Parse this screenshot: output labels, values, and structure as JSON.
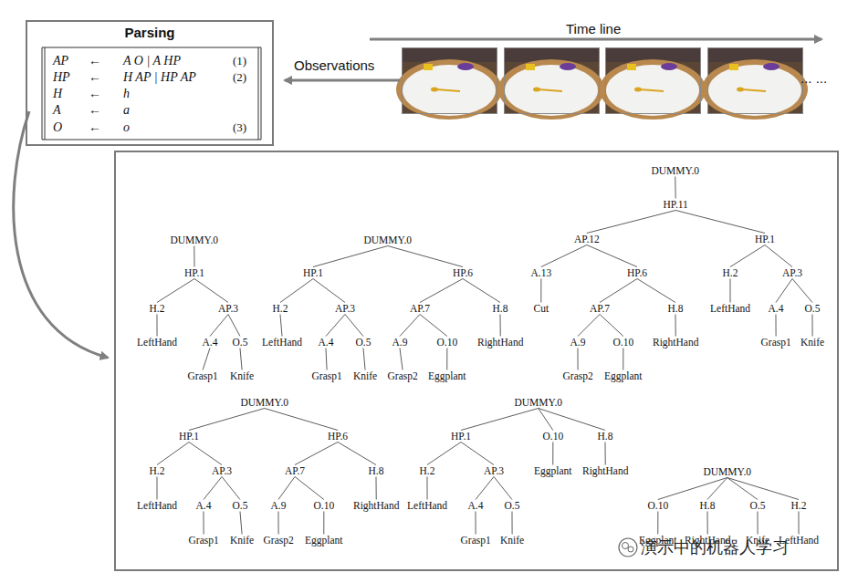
{
  "diagram": {
    "nodes": [
      {
        "text": [
          "Parsing",
          "AP",
          "←",
          "A O | A HP",
          "(1)",
          "HP",
          "←",
          "H AP | HP AP",
          "(2)",
          "H",
          "←",
          "h",
          "A",
          "←",
          "a",
          "O",
          "←",
          "o",
          "(3)"
        ]
      },
      {
        "text": [
          "DUMMY.0"
        ]
      },
      {
        "text": [
          "HP.1"
        ]
      },
      {
        "text": [
          "H.2"
        ]
      },
      {
        "text": [
          "AP.3"
        ]
      },
      {
        "text": [
          "LeftHand"
        ]
      },
      {
        "text": [
          "A.4"
        ]
      },
      {
        "text": [
          "O.5"
        ]
      },
      {
        "text": [
          "Grasp1"
        ]
      },
      {
        "text": [
          "Knife"
        ]
      },
      {
        "text": [
          "DUMMY.0"
        ]
      },
      {
        "text": [
          "HP.1"
        ]
      },
      {
        "text": [
          "HP.6"
        ]
      },
      {
        "text": [
          "H.2"
        ]
      },
      {
        "text": [
          "AP.3"
        ]
      },
      {
        "text": [
          "AP.7"
        ]
      },
      {
        "text": [
          "H.8"
        ]
      },
      {
        "text": [
          "LeftHand"
        ]
      },
      {
        "text": [
          "A.4"
        ]
      },
      {
        "text": [
          "O.5"
        ]
      },
      {
        "text": [
          "A.9"
        ]
      },
      {
        "text": [
          "O.10"
        ]
      },
      {
        "text": [
          "RightHand"
        ]
      },
      {
        "text": [
          "Grasp1"
        ]
      },
      {
        "text": [
          "Knife"
        ]
      },
      {
        "text": [
          "Grasp2"
        ]
      },
      {
        "text": [
          "Eggplant"
        ]
      },
      {
        "text": [
          "DUMMY.0"
        ]
      },
      {
        "text": [
          "HP.11"
        ]
      },
      {
        "text": [
          "AP.12"
        ]
      },
      {
        "text": [
          "HP.1"
        ]
      },
      {
        "text": [
          "A.13"
        ]
      },
      {
        "text": [
          "HP.6"
        ]
      },
      {
        "text": [
          "H.2"
        ]
      },
      {
        "text": [
          "AP.3"
        ]
      },
      {
        "text": [
          "Cut"
        ]
      },
      {
        "text": [
          "AP.7"
        ]
      },
      {
        "text": [
          "H.8"
        ]
      },
      {
        "text": [
          "LeftHand"
        ]
      },
      {
        "text": [
          "A.4"
        ]
      },
      {
        "text": [
          "O.5"
        ]
      },
      {
        "text": [
          "A.9"
        ]
      },
      {
        "text": [
          "O.10"
        ]
      },
      {
        "text": [
          "RightHand"
        ]
      },
      {
        "text": [
          "Grasp1"
        ]
      },
      {
        "text": [
          "Knife"
        ]
      },
      {
        "text": [
          "Grasp2"
        ]
      },
      {
        "text": [
          "Eggplant"
        ]
      },
      {
        "text": [
          "DUMMY.0"
        ]
      },
      {
        "text": [
          "HP.1"
        ]
      },
      {
        "text": [
          "HP.6"
        ]
      },
      {
        "text": [
          "H.2"
        ]
      },
      {
        "text": [
          "AP.3"
        ]
      },
      {
        "text": [
          "AP.7"
        ]
      },
      {
        "text": [
          "H.8"
        ]
      },
      {
        "text": [
          "LeftHand"
        ]
      },
      {
        "text": [
          "A.4"
        ]
      },
      {
        "text": [
          "O.5"
        ]
      },
      {
        "text": [
          "A.9"
        ]
      },
      {
        "text": [
          "O.10"
        ]
      },
      {
        "text": [
          "RightHand"
        ]
      },
      {
        "text": [
          "Grasp1"
        ]
      },
      {
        "text": [
          "Knife"
        ]
      },
      {
        "text": [
          "Grasp2"
        ]
      },
      {
        "text": [
          "Eggplant"
        ]
      },
      {
        "text": [
          "DUMMY.0"
        ]
      },
      {
        "text": [
          "HP.1"
        ]
      },
      {
        "text": [
          "O.10"
        ]
      },
      {
        "text": [
          "H.8"
        ]
      },
      {
        "text": [
          "H.2"
        ]
      },
      {
        "text": [
          "AP.3"
        ]
      },
      {
        "text": [
          "Eggplant"
        ]
      },
      {
        "text": [
          "RightHand"
        ]
      },
      {
        "text": [
          "LeftHand"
        ]
      },
      {
        "text": [
          "A.4"
        ]
      },
      {
        "text": [
          "O.5"
        ]
      },
      {
        "text": [
          "Grasp1"
        ]
      },
      {
        "text": [
          "Knife"
        ]
      },
      {
        "text": [
          "DUMMY.0"
        ]
      },
      {
        "text": [
          "O.10"
        ]
      },
      {
        "text": [
          "H.8"
        ]
      },
      {
        "text": [
          "O.5"
        ]
      },
      {
        "text": [
          "H.2"
        ]
      },
      {
        "text": [
          "Eggplant"
        ]
      },
      {
        "text": [
          "RightHand"
        ]
      },
      {
        "text": [
          "Knife"
        ]
      },
      {
        "text": [
          "LeftHand"
        ]
      }
    ],
    "edges": [
      {
        "from": 1,
        "to": 2,
        "arrow": "none"
      },
      {
        "from": 2,
        "to": 3,
        "arrow": "none"
      },
      {
        "from": 2,
        "to": 4,
        "arrow": "none"
      },
      {
        "from": 3,
        "to": 5,
        "arrow": "none"
      },
      {
        "from": 4,
        "to": 6,
        "arrow": "none"
      },
      {
        "from": 4,
        "to": 7,
        "arrow": "none"
      },
      {
        "from": 6,
        "to": 8,
        "arrow": "none"
      },
      {
        "from": 7,
        "to": 9,
        "arrow": "none"
      },
      {
        "from": 10,
        "to": 11,
        "arrow": "none"
      },
      {
        "from": 10,
        "to": 12,
        "arrow": "none"
      },
      {
        "from": 11,
        "to": 13,
        "arrow": "none"
      },
      {
        "from": 11,
        "to": 14,
        "arrow": "none"
      },
      {
        "from": 12,
        "to": 15,
        "arrow": "none"
      },
      {
        "from": 12,
        "to": 16,
        "arrow": "none"
      },
      {
        "from": 13,
        "to": 17,
        "arrow": "none"
      },
      {
        "from": 14,
        "to": 18,
        "arrow": "none"
      },
      {
        "from": 14,
        "to": 19,
        "arrow": "none"
      },
      {
        "from": 15,
        "to": 20,
        "arrow": "none"
      },
      {
        "from": 15,
        "to": 21,
        "arrow": "none"
      },
      {
        "from": 16,
        "to": 22,
        "arrow": "none"
      },
      {
        "from": 18,
        "to": 23,
        "arrow": "none"
      },
      {
        "from": 19,
        "to": 24,
        "arrow": "none"
      },
      {
        "from": 20,
        "to": 25,
        "arrow": "none"
      },
      {
        "from": 21,
        "to": 26,
        "arrow": "none"
      },
      {
        "from": 27,
        "to": 28,
        "arrow": "none"
      },
      {
        "from": 28,
        "to": 29,
        "arrow": "none"
      },
      {
        "from": 28,
        "to": 30,
        "arrow": "none"
      },
      {
        "from": 29,
        "to": 31,
        "arrow": "none"
      },
      {
        "from": 29,
        "to": 32,
        "arrow": "none"
      },
      {
        "from": 30,
        "to": 33,
        "arrow": "none"
      },
      {
        "from": 30,
        "to": 34,
        "arrow": "none"
      },
      {
        "from": 31,
        "to": 35,
        "arrow": "none"
      },
      {
        "from": 32,
        "to": 36,
        "arrow": "none"
      },
      {
        "from": 32,
        "to": 37,
        "arrow": "none"
      },
      {
        "from": 33,
        "to": 38,
        "arrow": "none"
      },
      {
        "from": 34,
        "to": 39,
        "arrow": "none"
      },
      {
        "from": 34,
        "to": 40,
        "arrow": "none"
      },
      {
        "from": 36,
        "to": 41,
        "arrow": "none"
      },
      {
        "from": 36,
        "to": 42,
        "arrow": "none"
      },
      {
        "from": 37,
        "to": 43,
        "arrow": "none"
      },
      {
        "from": 39,
        "to": 44,
        "arrow": "none"
      },
      {
        "from": 40,
        "to": 45,
        "arrow": "none"
      },
      {
        "from": 41,
        "to": 46,
        "arrow": "none"
      },
      {
        "from": 42,
        "to": 47,
        "arrow": "none"
      },
      {
        "from": 48,
        "to": 49,
        "arrow": "none"
      },
      {
        "from": 48,
        "to": 50,
        "arrow": "none"
      },
      {
        "from": 49,
        "to": 51,
        "arrow": "none"
      },
      {
        "from": 49,
        "to": 52,
        "arrow": "none"
      },
      {
        "from": 50,
        "to": 53,
        "arrow": "none"
      },
      {
        "from": 50,
        "to": 54,
        "arrow": "none"
      },
      {
        "from": 51,
        "to": 55,
        "arrow": "none"
      },
      {
        "from": 52,
        "to": 56,
        "arrow": "none"
      },
      {
        "from": 52,
        "to": 57,
        "arrow": "none"
      },
      {
        "from": 53,
        "to": 58,
        "arrow": "none"
      },
      {
        "from": 53,
        "to": 59,
        "arrow": "none"
      },
      {
        "from": 54,
        "to": 60,
        "arrow": "none"
      },
      {
        "from": 56,
        "to": 61,
        "arrow": "none"
      },
      {
        "from": 57,
        "to": 62,
        "arrow": "none"
      },
      {
        "from": 58,
        "to": 63,
        "arrow": "none"
      },
      {
        "from": 59,
        "to": 64,
        "arrow": "none"
      },
      {
        "from": 65,
        "to": 66,
        "arrow": "none"
      },
      {
        "from": 65,
        "to": 67,
        "arrow": "none"
      },
      {
        "from": 65,
        "to": 68,
        "arrow": "none"
      },
      {
        "from": 66,
        "to": 69,
        "arrow": "none"
      },
      {
        "from": 66,
        "to": 70,
        "arrow": "none"
      },
      {
        "from": 67,
        "to": 71,
        "arrow": "none"
      },
      {
        "from": 68,
        "to": 72,
        "arrow": "none"
      },
      {
        "from": 69,
        "to": 73,
        "arrow": "none"
      },
      {
        "from": 70,
        "to": 74,
        "arrow": "none"
      },
      {
        "from": 70,
        "to": 75,
        "arrow": "none"
      },
      {
        "from": 74,
        "to": 76,
        "arrow": "none"
      },
      {
        "from": 75,
        "to": 77,
        "arrow": "none"
      },
      {
        "from": 78,
        "to": 79,
        "arrow": "none"
      },
      {
        "from": 78,
        "to": 80,
        "arrow": "none"
      },
      {
        "from": 78,
        "to": 81,
        "arrow": "none"
      },
      {
        "from": 78,
        "to": 82,
        "arrow": "none"
      },
      {
        "from": 79,
        "to": 83,
        "arrow": "none"
      },
      {
        "from": 80,
        "to": 84,
        "arrow": "none"
      },
      {
        "from": 81,
        "to": 85,
        "arrow": "none"
      },
      {
        "from": 82,
        "to": 86,
        "arrow": "none"
      }
    ],
    "labels": [
      "Time line",
      "Observations",
      "... ...",
      "演示中的机器人学习"
    ]
  }
}
